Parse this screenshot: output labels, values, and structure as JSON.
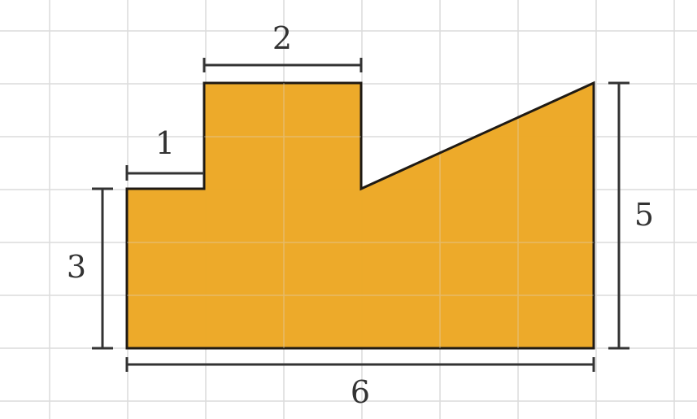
{
  "figure": {
    "shape_fill": "#eca723",
    "shape_stroke": "#1f1a14",
    "grid_color": "#dcdcdc",
    "label_color": "#333333",
    "dimensions": {
      "top_width": "2",
      "step_width": "1",
      "left_height": "3",
      "right_height": "5",
      "bottom_width": "6"
    }
  }
}
